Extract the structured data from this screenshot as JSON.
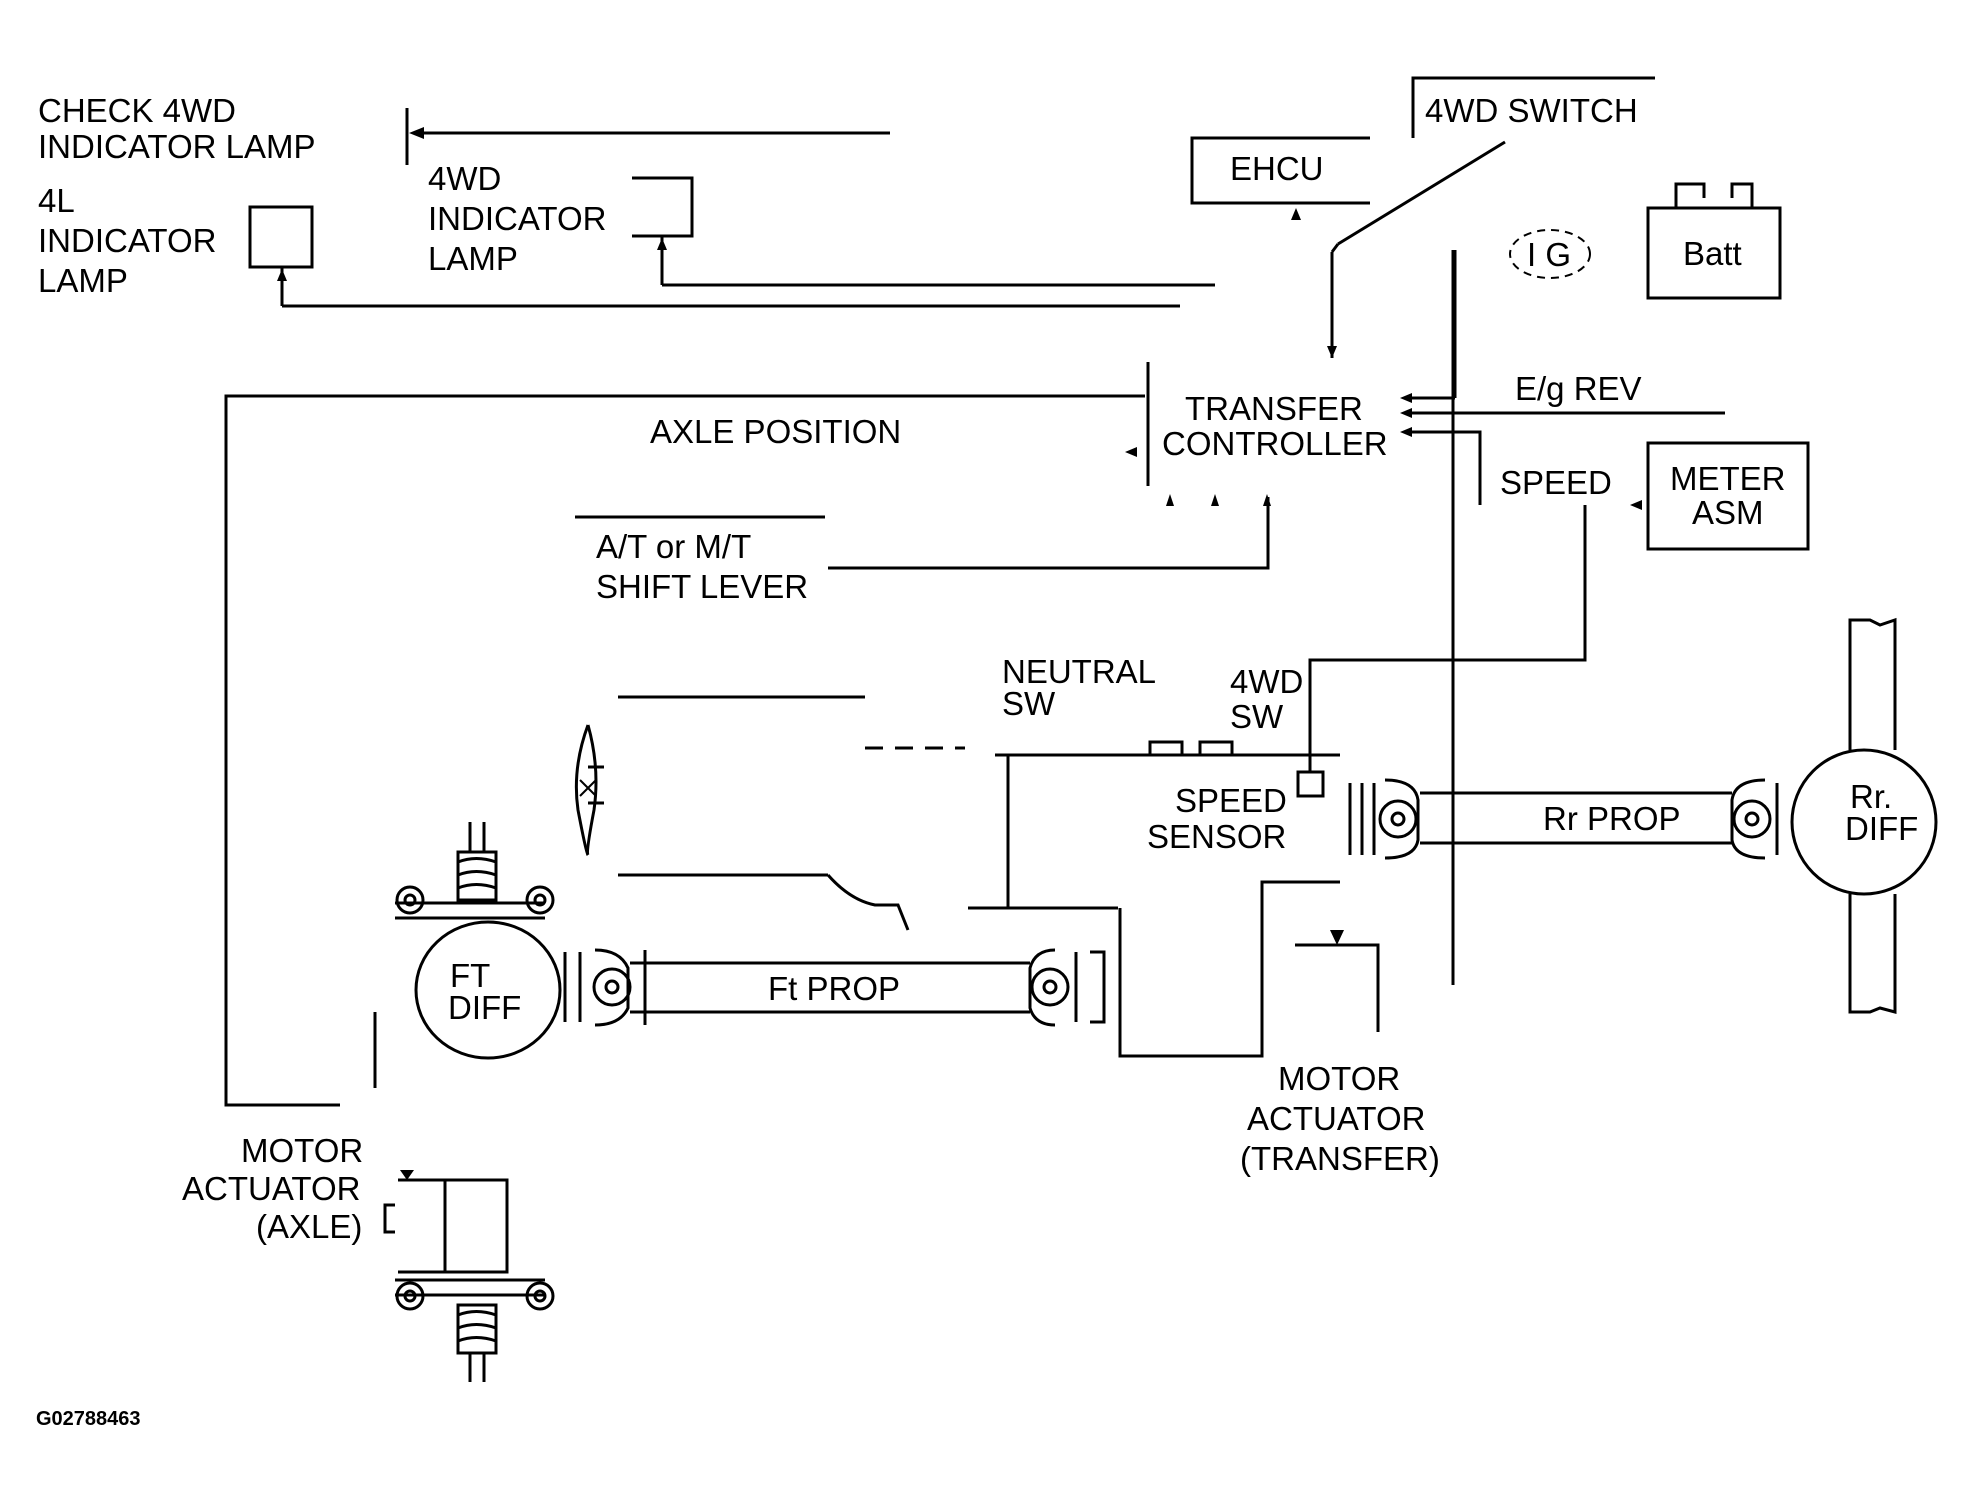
{
  "labels": {
    "check_4wd_lamp_1": "CHECK 4WD",
    "check_4wd_lamp_2": "INDICATOR LAMP",
    "il_lamp_1": "4L",
    "il_lamp_2": "INDICATOR",
    "il_lamp_3": "LAMP",
    "wd_lamp_1": "4WD",
    "wd_lamp_2": "INDICATOR",
    "wd_lamp_3": "LAMP",
    "ehcu": "EHCU",
    "wd_switch": "4WD SWITCH",
    "ig": "I G",
    "batt": "Batt",
    "axle_position": "AXLE POSITION",
    "transfer_controller_1": "TRANSFER",
    "transfer_controller_2": "CONTROLLER",
    "eg_rev": "E/g REV",
    "speed": "SPEED",
    "meter_asm_1": "METER",
    "meter_asm_2": "ASM",
    "shift_lever_1": "A/T or M/T",
    "shift_lever_2": "SHIFT LEVER",
    "neutral_sw_1": "NEUTRAL",
    "neutral_sw_2": "SW",
    "wd_sw_1": "4WD",
    "wd_sw_2": "SW",
    "speed_sensor_1": "SPEED",
    "speed_sensor_2": "SENSOR",
    "rr_prop": "Rr PROP",
    "rr_diff_1": "Rr.",
    "rr_diff_2": "DIFF",
    "ft_diff_1": "FT",
    "ft_diff_2": "DIFF",
    "ft_prop": "Ft PROP",
    "motor_transfer_1": "MOTOR",
    "motor_transfer_2": "ACTUATOR",
    "motor_transfer_3": "(TRANSFER)",
    "motor_axle_1": "MOTOR",
    "motor_axle_2": "ACTUATOR",
    "motor_axle_3": "(AXLE)",
    "figure_code": "G02788463"
  }
}
